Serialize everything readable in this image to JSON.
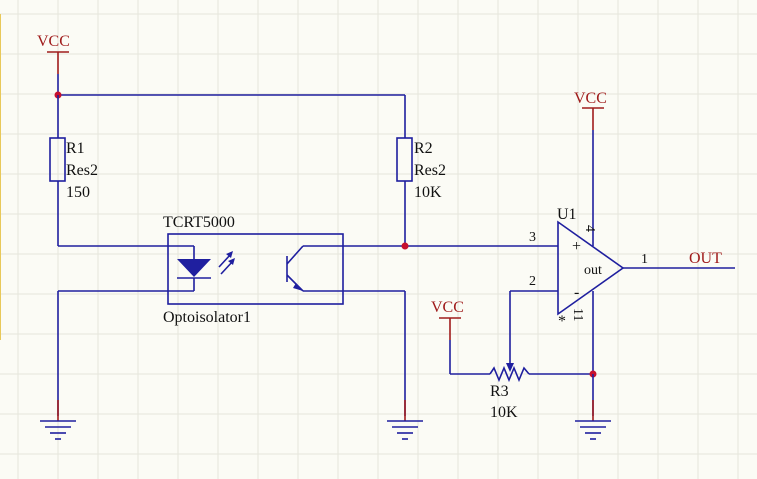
{
  "power": {
    "vcc": "VCC"
  },
  "r1": {
    "ref": "R1",
    "type": "Res2",
    "value": "150"
  },
  "r2": {
    "ref": "R2",
    "type": "Res2",
    "value": "10K"
  },
  "r3": {
    "ref": "R3",
    "value": "10K"
  },
  "opto": {
    "part": "TCRT5000",
    "name": "Optoisolator1"
  },
  "u1": {
    "ref": "U1",
    "plus": "+",
    "minus": "-",
    "out": "out",
    "star": "*",
    "pin1": "1",
    "pin2": "2",
    "pin3": "3",
    "pin4": "4",
    "pin11": "11"
  },
  "net": {
    "out": "OUT"
  },
  "colors": {
    "wire": "#1f1f9f",
    "power": "#a01c1c",
    "junction": "#c8102e",
    "background": "#fbfbf5"
  }
}
